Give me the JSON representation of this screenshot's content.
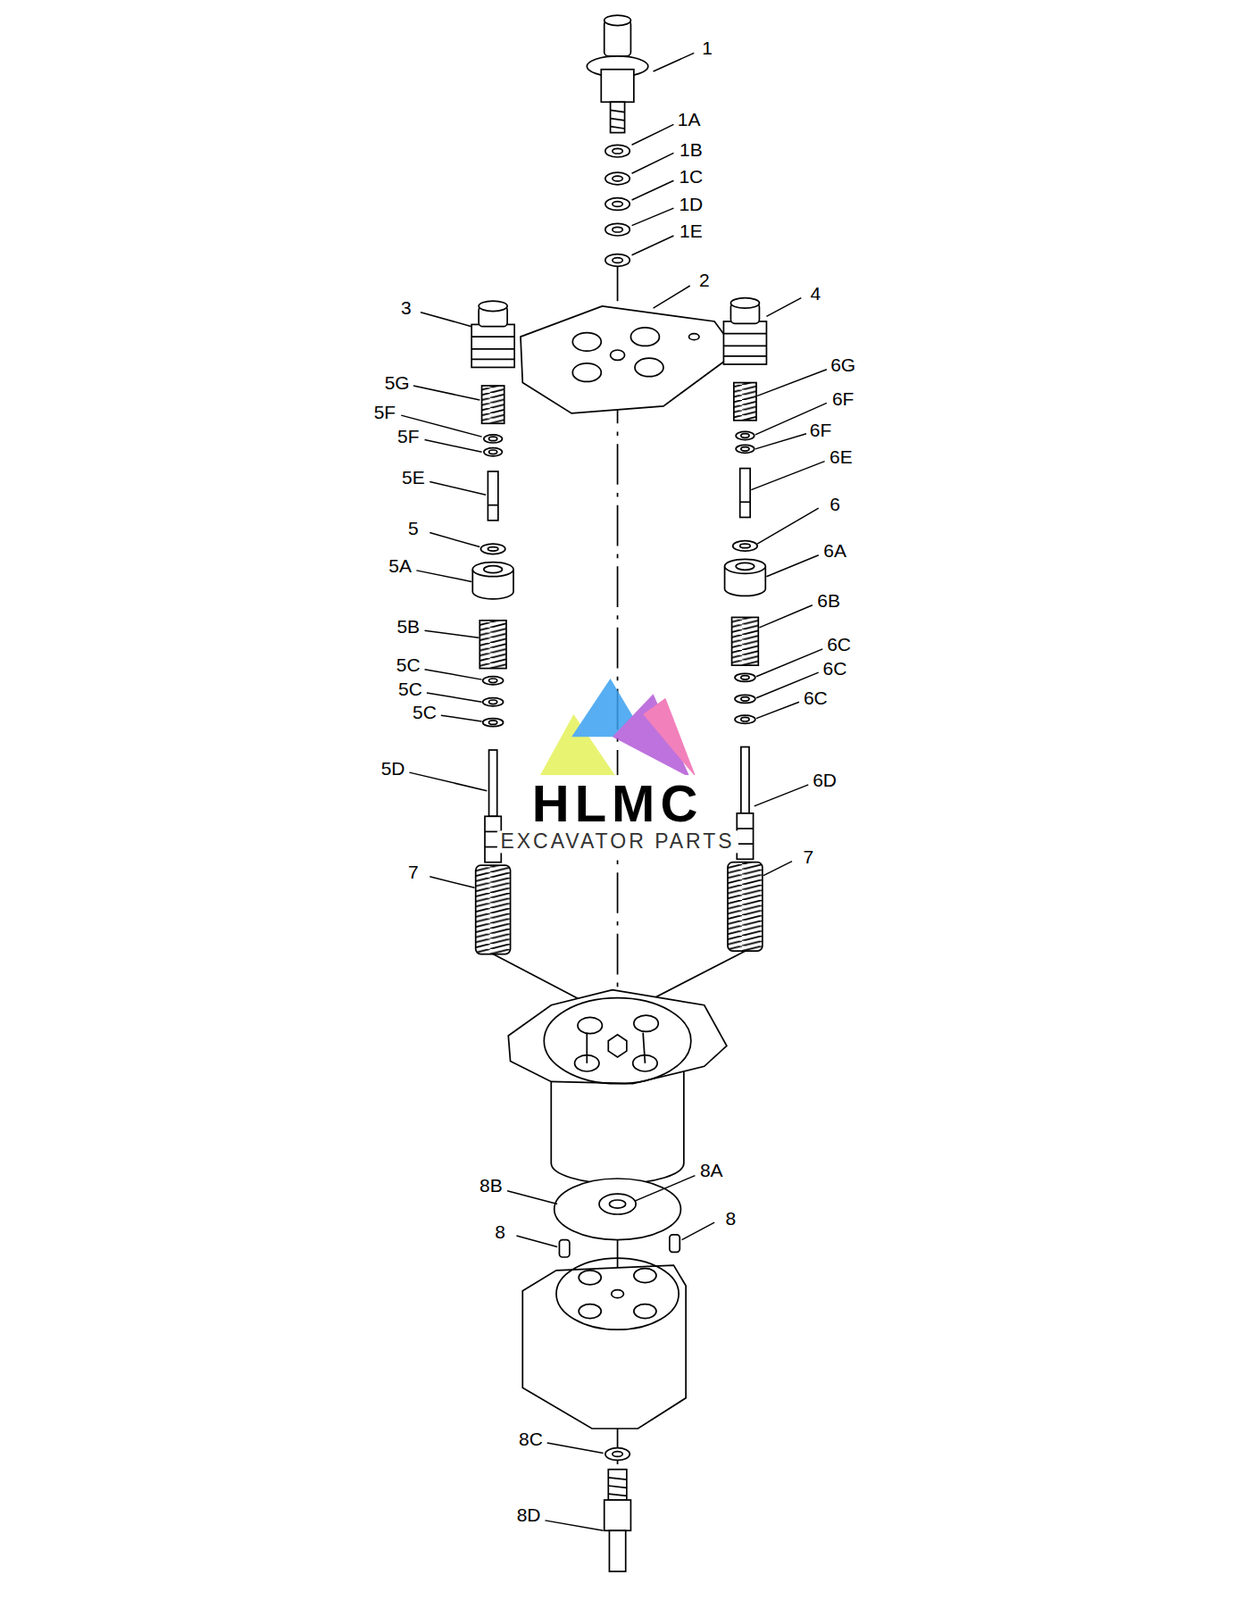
{
  "diagram": {
    "labels": [
      "1",
      "1A",
      "1B",
      "1C",
      "1D",
      "1E",
      "2",
      "3",
      "4",
      "5G",
      "6G",
      "5F",
      "6F",
      "5F",
      "6F",
      "5E",
      "6E",
      "5",
      "6",
      "5A",
      "6A",
      "5B",
      "6B",
      "5C",
      "6C",
      "5C",
      "6C",
      "5C",
      "6C",
      "5D",
      "6D",
      "7",
      "7",
      "HLMC",
      "EXCAVATOR PARTS",
      "8B",
      "8A",
      "8",
      "8",
      "8C",
      "8D"
    ]
  }
}
